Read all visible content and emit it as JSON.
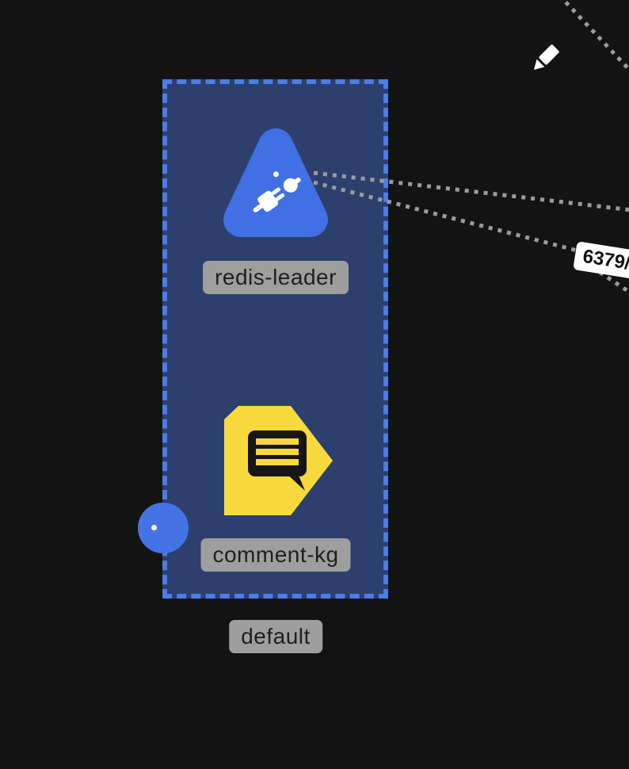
{
  "canvas": {
    "background": "#131313"
  },
  "namespace": {
    "label": "default",
    "fill": "#2c3f6d",
    "border_color": "#4a7de8",
    "selected": true
  },
  "nodes": [
    {
      "id": "redis-leader",
      "label": "redis-leader",
      "icon": "plug-icon",
      "shape": "rounded-triangle",
      "shape_color": "#4170e4"
    },
    {
      "id": "comment-kg",
      "label": "comment-kg",
      "icon": "comment-bubble-icon",
      "shape": "tag-pentagon",
      "shape_color": "#f8d93c"
    }
  ],
  "edges": [
    {
      "id": "redis-port-edge",
      "port_label": "6379/",
      "style": "dotted",
      "color": "#9c9c9c"
    }
  ],
  "handle": {
    "type": "connection-handle",
    "color": "#4473e6"
  },
  "tools": {
    "edit_icon": "pencil-icon"
  },
  "badge_style": {
    "background": "#9e9e9e",
    "text_color": "#1f1f1f"
  }
}
